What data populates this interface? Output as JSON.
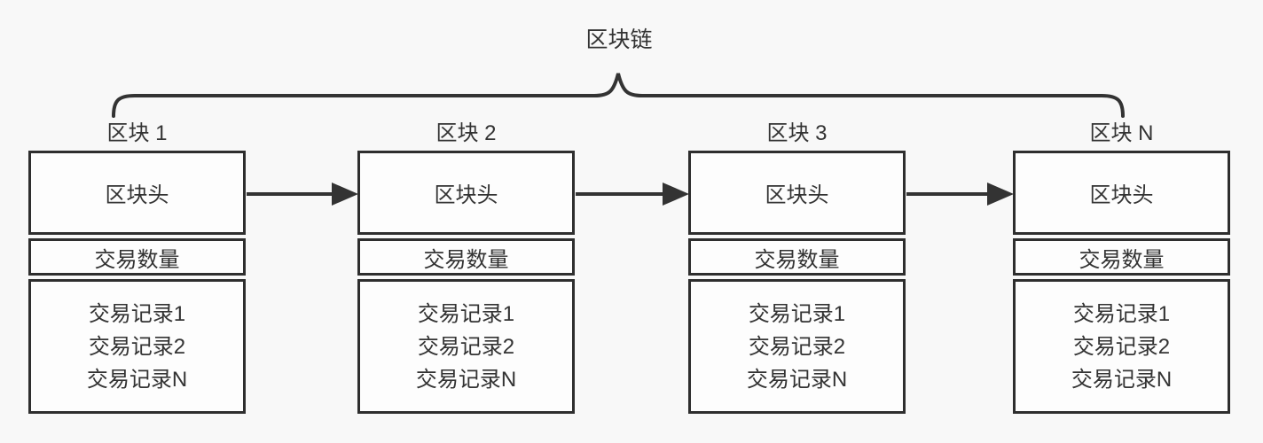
{
  "diagram": {
    "title": "区块链",
    "blocks": [
      {
        "label": "区块 1",
        "header": "区块头",
        "count": "交易数量",
        "records": [
          "交易记录1",
          "交易记录2",
          "交易记录N"
        ]
      },
      {
        "label": "区块 2",
        "header": "区块头",
        "count": "交易数量",
        "records": [
          "交易记录1",
          "交易记录2",
          "交易记录N"
        ]
      },
      {
        "label": "区块 3",
        "header": "区块头",
        "count": "交易数量",
        "records": [
          "交易记录1",
          "交易记录2",
          "交易记录N"
        ]
      },
      {
        "label": "区块 N",
        "header": "区块头",
        "count": "交易数量",
        "records": [
          "交易记录1",
          "交易记录2",
          "交易记录N"
        ]
      }
    ]
  },
  "colors": {
    "line": "#333333",
    "box_border": "#2e2e2e",
    "box_fill": "#fdfdfd",
    "background": "#f8f8f8",
    "text": "#333333"
  }
}
